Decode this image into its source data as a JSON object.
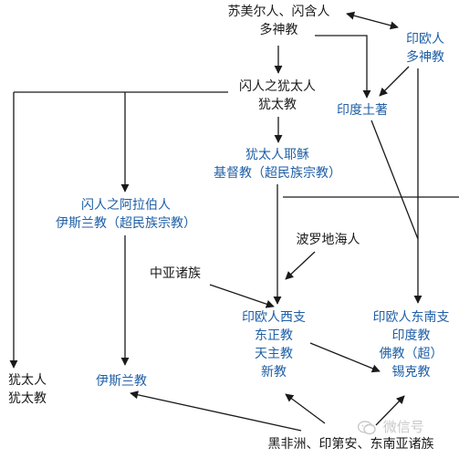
{
  "nodes": {
    "sumer": {
      "line1": "苏美尔人、闪含人",
      "line2": "多神教"
    },
    "indo_eu": {
      "line1": "印欧人",
      "line2": "多神教"
    },
    "semitic_jews": {
      "line1": "闪人之犹太人",
      "line2": "犹太教"
    },
    "indian_natives": {
      "line1": "印度土著"
    },
    "jesus": {
      "line1": "犹太人耶稣",
      "line2": "基督教（超民族宗教）"
    },
    "arab": {
      "line1": "闪人之阿拉伯人",
      "line2": "伊斯兰教（超民族宗教）"
    },
    "baltic": {
      "line1": "波罗地海人"
    },
    "central_asia": {
      "line1": "中亚诸族"
    },
    "west_branch": {
      "line1": "印欧人西支",
      "line2": "东正教",
      "line3": "天主教",
      "line4": "新教"
    },
    "southeast_branch": {
      "line1": "印欧人东南支",
      "line2": "印度教",
      "line3": "佛教（超）",
      "line4": "锡克教"
    },
    "jews_bottom": {
      "line1": "犹太人",
      "line2": "犹太教"
    },
    "islam": {
      "line1": "伊斯兰教"
    },
    "bottom_peoples": {
      "line1": "黑非洲、印第安、东南亚诸族"
    }
  },
  "watermark": {
    "text": "微信号"
  },
  "colors": {
    "blue_text": "#1f5fa6",
    "dark_text": "#1a1a1a",
    "line": "#1a1a1a",
    "watermark": "#c8c8c8"
  }
}
